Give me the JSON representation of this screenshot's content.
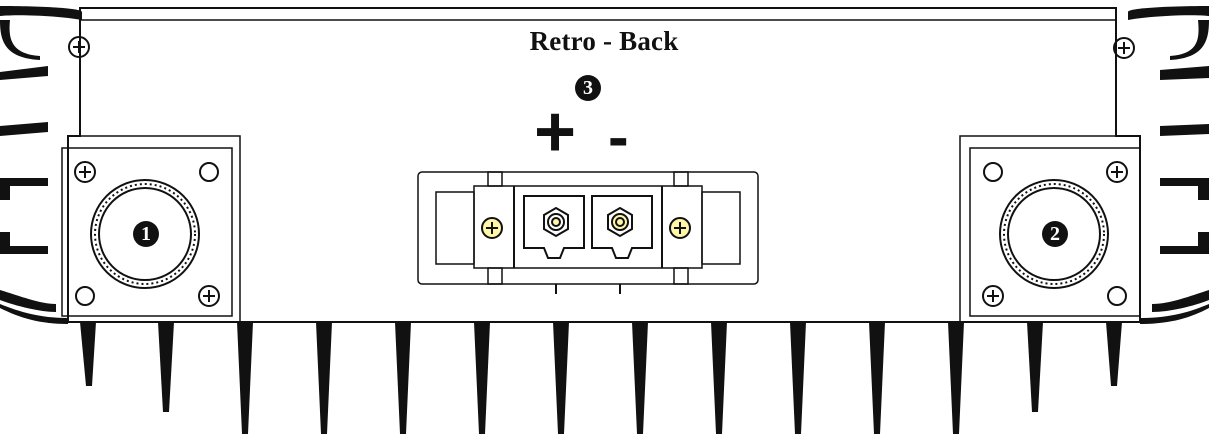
{
  "diagram": {
    "title": "Retro - Back",
    "callouts": {
      "terminal": "3",
      "left_connector": "1",
      "right_connector": "2"
    },
    "polarity": {
      "positive": "+",
      "negative": "-"
    },
    "colors": {
      "line": "#111111",
      "background": "#ffffff",
      "terminal_highlight": "#fff7a8"
    }
  }
}
